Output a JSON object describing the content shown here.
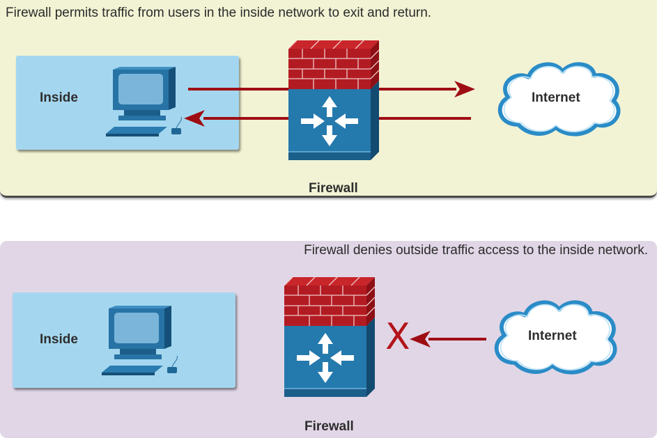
{
  "top_panel": {
    "caption": "Firewall permits traffic from users in the inside network to exit and return.",
    "inside_label": "Inside",
    "firewall_label": "Firewall",
    "internet_label": "Internet"
  },
  "bottom_panel": {
    "caption": "Firewall denies outside traffic access to the inside network.",
    "inside_label": "Inside",
    "firewall_label": "Firewall",
    "internet_label": "Internet",
    "blocked_mark": "X"
  },
  "colors": {
    "top_background": "#f2f3d4",
    "bottom_background": "#e1d6e6",
    "inside_zone": "#a4d7ef",
    "arrow": "#9e0d13",
    "firewall_brick": "#b31b22",
    "firewall_body": "#2479ad",
    "cloud_outline": "#2a8cc7"
  },
  "icons": [
    "computer-icon",
    "firewall-icon",
    "cloud-icon",
    "arrow-icon",
    "blocked-x-icon"
  ]
}
